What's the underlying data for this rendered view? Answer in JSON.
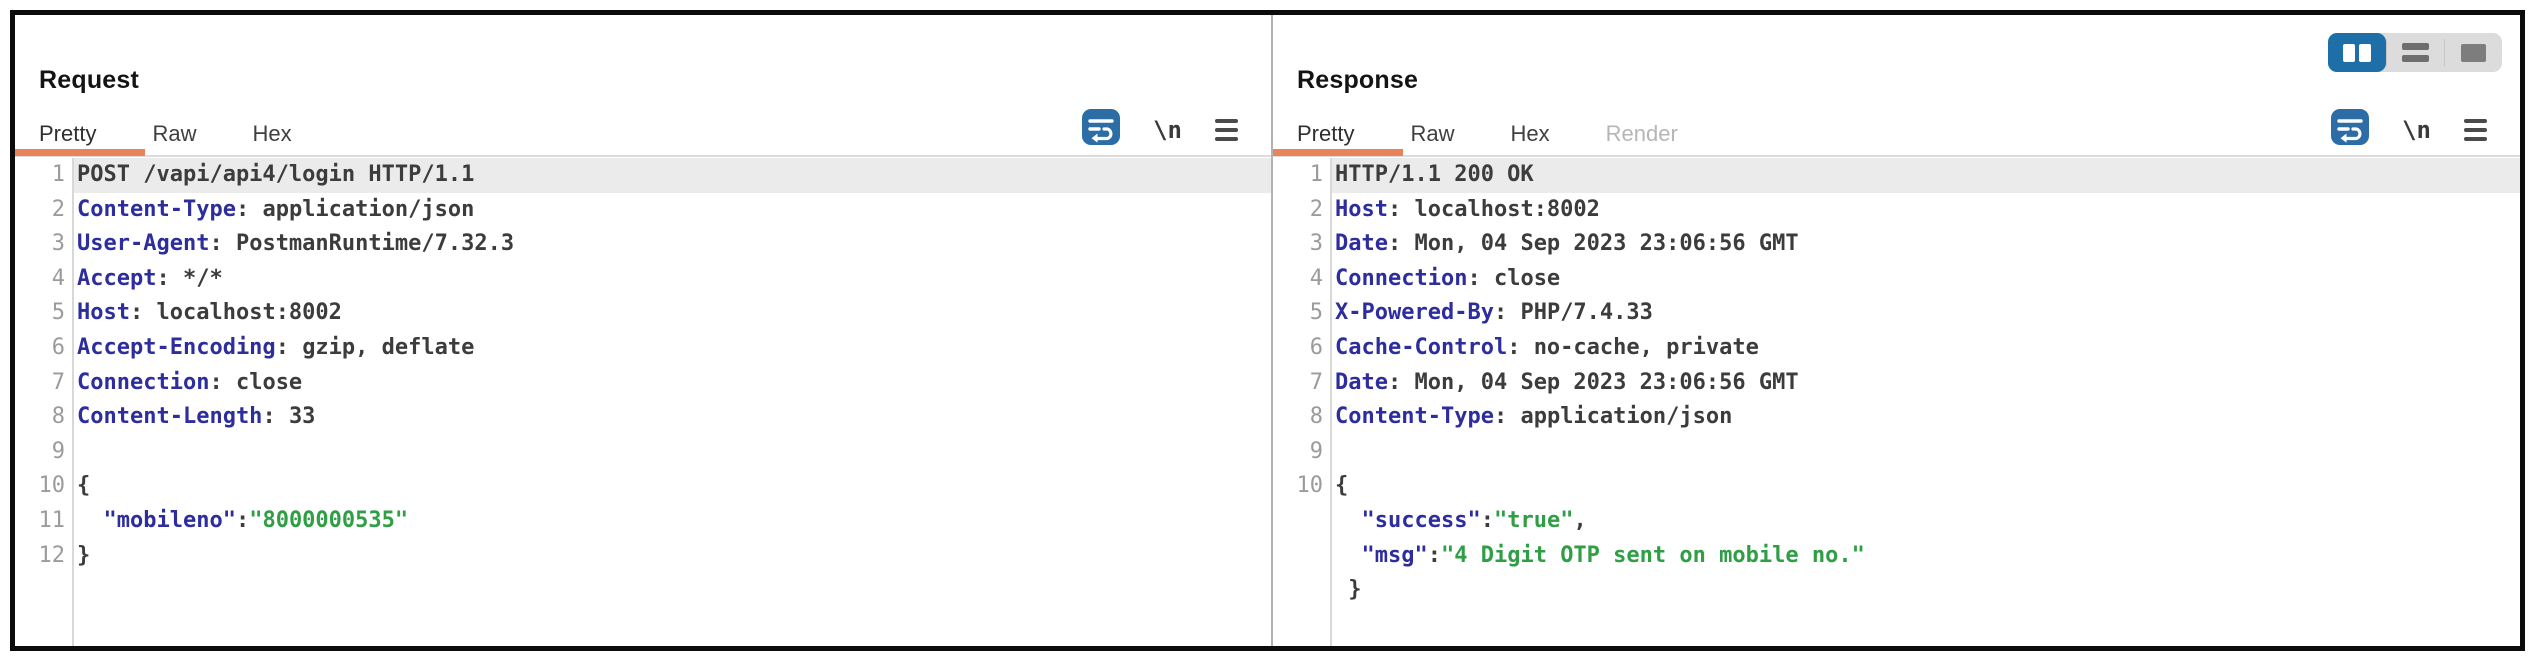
{
  "window": {
    "layout_buttons": [
      {
        "name": "split-columns",
        "active": true
      },
      {
        "name": "split-rows",
        "active": false
      },
      {
        "name": "single-pane",
        "active": false
      }
    ]
  },
  "syntax_colors": {
    "header_name": "#2d2d9e",
    "string_value": "#2f9e44",
    "plain_text": "#3c3c3c",
    "line_number": "#9b9b9b",
    "accent_orange": "#e8835c",
    "accent_blue": "#1e6fa8"
  },
  "request": {
    "title": "Request",
    "tabs": [
      {
        "label": "Pretty",
        "state": "active"
      },
      {
        "label": "Raw",
        "state": "normal"
      },
      {
        "label": "Hex",
        "state": "normal"
      }
    ],
    "toolbar": {
      "wrap_icon": "word-wrap-toggle",
      "newline_toggle": "\\n",
      "menu_icon": "editor-menu"
    },
    "lines": [
      {
        "num": "1",
        "hl": true,
        "seg": [
          [
            "POST /vapi/api4/login HTTP/1.1",
            "p"
          ]
        ]
      },
      {
        "num": "2",
        "seg": [
          [
            "Content-Type",
            "h"
          ],
          [
            ": ",
            "p"
          ],
          [
            "application/json",
            "p"
          ]
        ]
      },
      {
        "num": "3",
        "seg": [
          [
            "User-Agent",
            "h"
          ],
          [
            ": ",
            "p"
          ],
          [
            "PostmanRuntime/7.32.3",
            "p"
          ]
        ]
      },
      {
        "num": "4",
        "seg": [
          [
            "Accept",
            "h"
          ],
          [
            ": ",
            "p"
          ],
          [
            "*/*",
            "p"
          ]
        ]
      },
      {
        "num": "5",
        "seg": [
          [
            "Host",
            "h"
          ],
          [
            ": ",
            "p"
          ],
          [
            "localhost:8002",
            "p"
          ]
        ]
      },
      {
        "num": "6",
        "seg": [
          [
            "Accept-Encoding",
            "h"
          ],
          [
            ": ",
            "p"
          ],
          [
            "gzip, deflate",
            "p"
          ]
        ]
      },
      {
        "num": "7",
        "seg": [
          [
            "Connection",
            "h"
          ],
          [
            ": ",
            "p"
          ],
          [
            "close",
            "p"
          ]
        ]
      },
      {
        "num": "8",
        "seg": [
          [
            "Content-Length",
            "h"
          ],
          [
            ": ",
            "p"
          ],
          [
            "33",
            "p"
          ]
        ]
      },
      {
        "num": "9",
        "seg": []
      },
      {
        "num": "10",
        "seg": [
          [
            "{",
            "p"
          ]
        ]
      },
      {
        "num": "11",
        "seg": [
          [
            "  ",
            "p"
          ],
          [
            "\"mobileno\"",
            "h"
          ],
          [
            ":",
            "p"
          ],
          [
            "\"8000000535\"",
            "s"
          ]
        ]
      },
      {
        "num": "12",
        "seg": [
          [
            "}",
            "p"
          ]
        ]
      }
    ]
  },
  "response": {
    "title": "Response",
    "tabs": [
      {
        "label": "Pretty",
        "state": "active"
      },
      {
        "label": "Raw",
        "state": "normal"
      },
      {
        "label": "Hex",
        "state": "normal"
      },
      {
        "label": "Render",
        "state": "disabled"
      }
    ],
    "toolbar": {
      "wrap_icon": "word-wrap-toggle",
      "newline_toggle": "\\n",
      "menu_icon": "editor-menu"
    },
    "lines": [
      {
        "num": "1",
        "hl": true,
        "seg": [
          [
            "HTTP/1.1 200 OK",
            "p"
          ]
        ]
      },
      {
        "num": "2",
        "seg": [
          [
            "Host",
            "h"
          ],
          [
            ": ",
            "p"
          ],
          [
            "localhost:8002",
            "p"
          ]
        ]
      },
      {
        "num": "3",
        "seg": [
          [
            "Date",
            "h"
          ],
          [
            ": ",
            "p"
          ],
          [
            "Mon, 04 Sep 2023 23:06:56 GMT",
            "p"
          ]
        ]
      },
      {
        "num": "4",
        "seg": [
          [
            "Connection",
            "h"
          ],
          [
            ": ",
            "p"
          ],
          [
            "close",
            "p"
          ]
        ]
      },
      {
        "num": "5",
        "seg": [
          [
            "X-Powered-By",
            "h"
          ],
          [
            ": ",
            "p"
          ],
          [
            "PHP/7.4.33",
            "p"
          ]
        ]
      },
      {
        "num": "6",
        "seg": [
          [
            "Cache-Control",
            "h"
          ],
          [
            ": ",
            "p"
          ],
          [
            "no-cache, private",
            "p"
          ]
        ]
      },
      {
        "num": "7",
        "seg": [
          [
            "Date",
            "h"
          ],
          [
            ": ",
            "p"
          ],
          [
            "Mon, 04 Sep 2023 23:06:56 GMT",
            "p"
          ]
        ]
      },
      {
        "num": "8",
        "seg": [
          [
            "Content-Type",
            "h"
          ],
          [
            ": ",
            "p"
          ],
          [
            "application/json",
            "p"
          ]
        ]
      },
      {
        "num": "9",
        "seg": []
      },
      {
        "num": "10",
        "seg": [
          [
            "{",
            "p"
          ]
        ]
      },
      {
        "num": "",
        "seg": [
          [
            "  ",
            "p"
          ],
          [
            "\"success\"",
            "h"
          ],
          [
            ":",
            "p"
          ],
          [
            "\"true\"",
            "s"
          ],
          [
            ",",
            "p"
          ]
        ]
      },
      {
        "num": "",
        "seg": [
          [
            "  ",
            "p"
          ],
          [
            "\"msg\"",
            "h"
          ],
          [
            ":",
            "p"
          ],
          [
            "\"4 Digit OTP sent on mobile no.\"",
            "s"
          ]
        ]
      },
      {
        "num": "",
        "seg": [
          [
            " }",
            "p"
          ]
        ]
      }
    ]
  }
}
